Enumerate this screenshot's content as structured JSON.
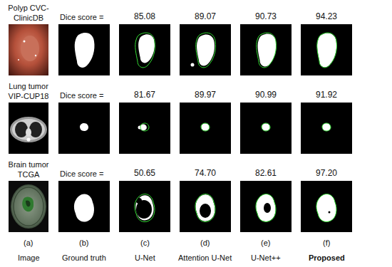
{
  "diagram": {
    "labels": [
      "Polyp CVC-ClinicDB",
      "Dice score =",
      "85.08",
      "89.07",
      "90.73",
      "94.23",
      "Lung tumor VIP-CUP18",
      "Dice score =",
      "81.67",
      "89.97",
      "90.99",
      "91.92",
      "Brain tumor TCGA",
      "Dice score =",
      "50.65",
      "74.70",
      "82.61",
      "97.20",
      "(a)",
      "Image",
      "(b)",
      "Ground truth",
      "(c)",
      "U-Net",
      "(d)",
      "Attention U-Net",
      "(e)",
      "U-Net++",
      "(f)",
      "Proposed"
    ]
  }
}
